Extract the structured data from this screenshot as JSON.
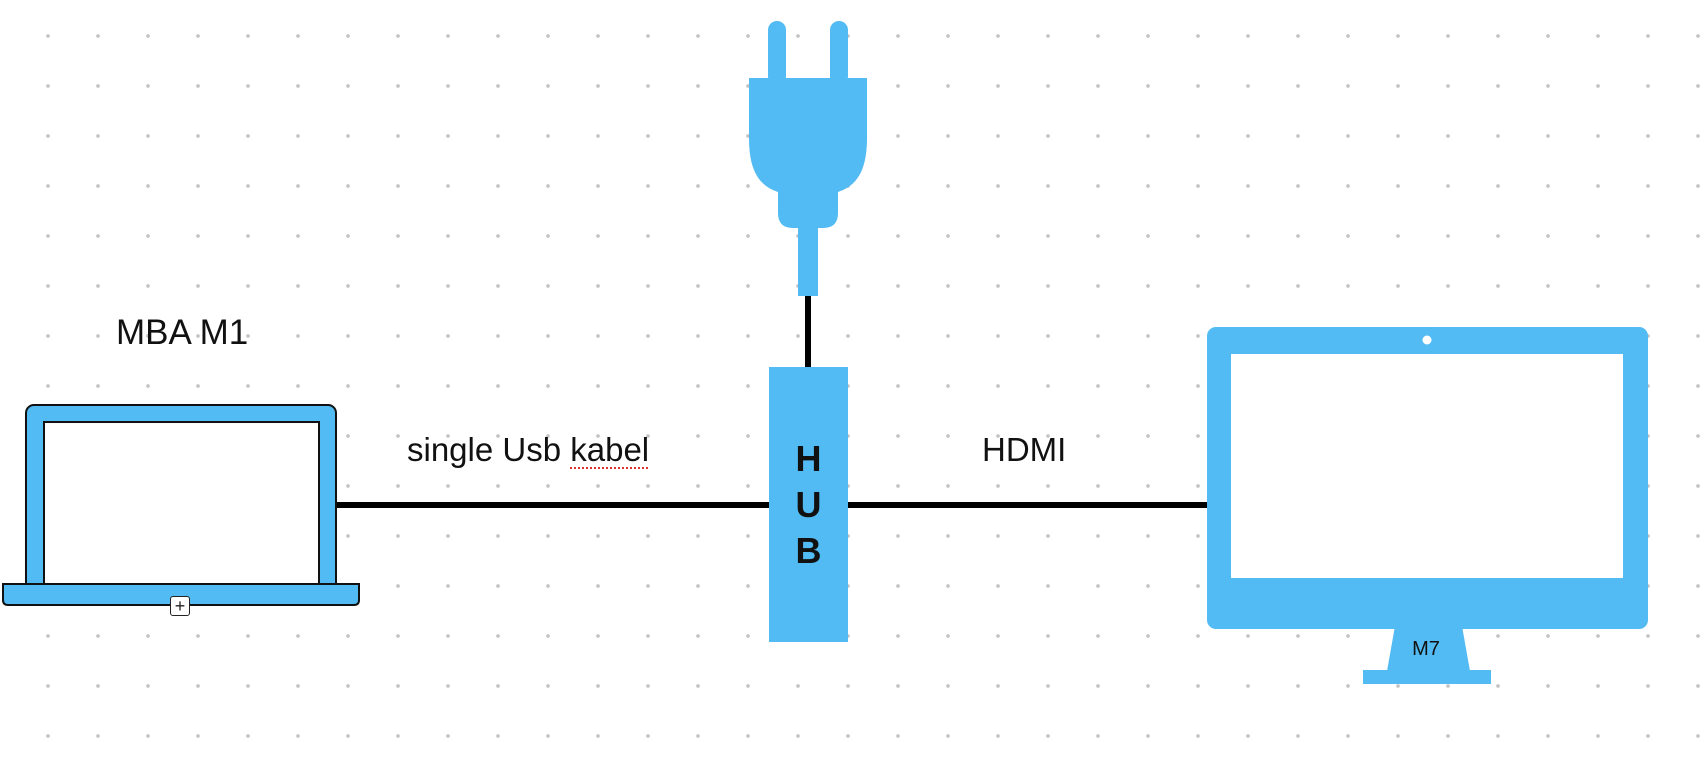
{
  "colors": {
    "device_fill": "#52bbf3",
    "connector_line": "#000000",
    "spellcheck_underline": "#e0312d",
    "grid_dot": "#c4c4c4"
  },
  "nodes": {
    "laptop": {
      "label": "MBA M1",
      "icon": "laptop-icon"
    },
    "hub": {
      "letters": [
        "H",
        "U",
        "B"
      ],
      "icon": "usb-hub-icon"
    },
    "power": {
      "icon": "power-plug-icon"
    },
    "monitor": {
      "badge": "M7",
      "icon": "monitor-icon"
    }
  },
  "edges": {
    "laptop_hub": {
      "label_plain": "single Usb ",
      "label_flagged": "kabel"
    },
    "hub_monitor": {
      "label": "HDMI"
    },
    "power_hub": {
      "label": ""
    }
  },
  "handles": {
    "add": {
      "glyph": "+"
    }
  }
}
